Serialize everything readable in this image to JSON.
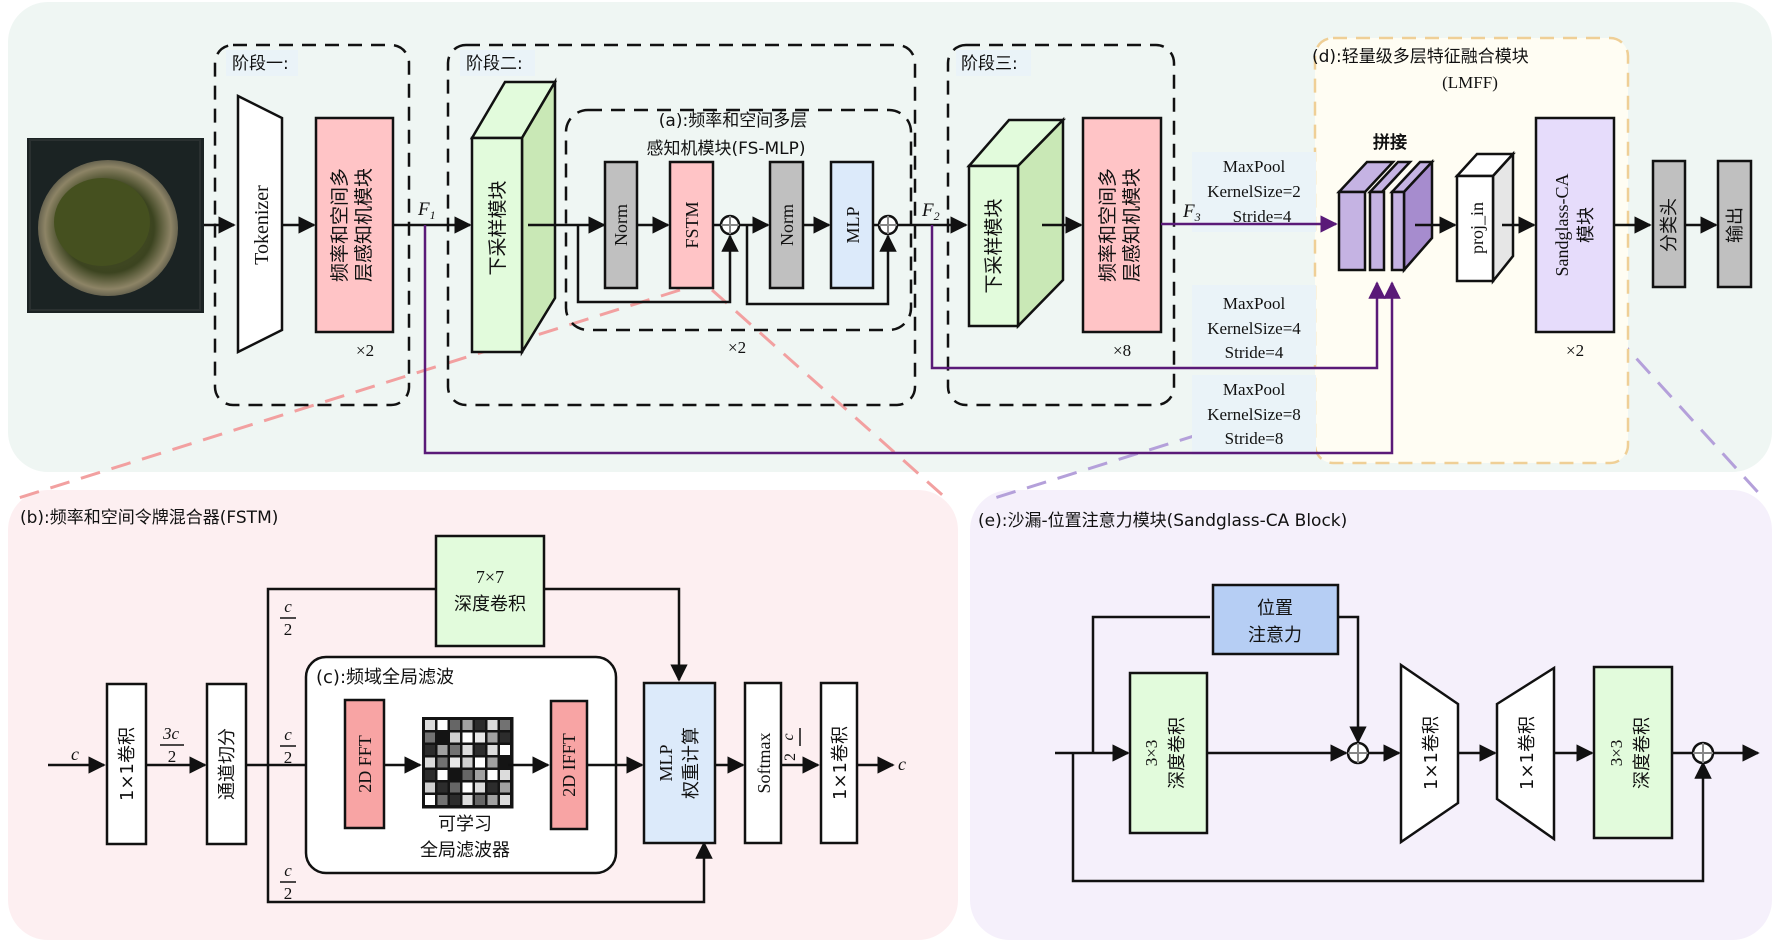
{
  "top": {
    "stage1": {
      "title": "阶段一:",
      "tokenizer": "Tokenizer",
      "block": [
        "频率和空间多",
        "层感知机模块"
      ],
      "repeat": "×2"
    },
    "f1": "F",
    "f1_sub": "1",
    "stage2": {
      "title": "阶段二:",
      "downsample": "下采样模块",
      "fsmlp_title": [
        "(a):频率和空间多层",
        "感知机模块(FS-MLP)"
      ],
      "norm1": "Norm",
      "fstm": "FSTM",
      "norm2": "Norm",
      "mlp": "MLP",
      "repeat": "×2"
    },
    "f2": "F",
    "f2_sub": "2",
    "stage3": {
      "title": "阶段三:",
      "downsample": "下采样模块",
      "block": [
        "频率和空间多",
        "层感知机模块"
      ],
      "repeat": "×8"
    },
    "f3": "F",
    "f3_sub": "3",
    "pools": [
      [
        "MaxPool",
        "KernelSize=2",
        "Stride=4"
      ],
      [
        "MaxPool",
        "KernelSize=4",
        "Stride=4"
      ],
      [
        "MaxPool",
        "KernelSize=8",
        "Stride=8"
      ]
    ],
    "lmff": {
      "title": "(d):轻量级多层特征融合模块",
      "subtitle": "(LMFF)",
      "concat": "拼接",
      "proj": "proj_in",
      "sandglass": [
        "Sandglass-CA",
        "模块"
      ],
      "repeat": "×2"
    },
    "head": "分类头",
    "output": "输出"
  },
  "fstm_panel": {
    "title": "(b):频率和空间令牌混合器(FSTM)",
    "input_label": "c",
    "conv1": "1×1卷积",
    "frac_3c": "3c",
    "frac_den": "2",
    "split": "通道切分",
    "frac_c": "c",
    "dwconv": [
      "7×7",
      "深度卷积"
    ],
    "global_title": "(c):频域全局滤波",
    "fft": "2D FFT",
    "ifft": "2D IFFT",
    "filter_label": [
      "可学习",
      "全局滤波器"
    ],
    "mlp_weight": [
      "MLP",
      "权重计算"
    ],
    "softmax": "Softmax",
    "conv2": "1×1卷积",
    "output_label": "c",
    "filter_grid": [
      [
        0.85,
        1.0,
        0.35,
        0.6,
        0.1,
        0.85,
        0.4
      ],
      [
        0.4,
        0.0,
        0.8,
        1.0,
        0.9,
        0.6,
        0.1
      ],
      [
        0.1,
        0.6,
        0.4,
        0.85,
        0.1,
        0.85,
        1.0
      ],
      [
        0.85,
        0.4,
        0.9,
        0.8,
        1.0,
        0.6,
        0.0
      ],
      [
        0.1,
        1.0,
        0.0,
        0.35,
        0.6,
        1.0,
        0.85
      ],
      [
        0.8,
        0.1,
        0.35,
        1.0,
        0.85,
        0.1,
        0.6
      ],
      [
        1.0,
        0.4,
        0.1,
        0.85,
        0.35,
        0.6,
        0.85
      ]
    ]
  },
  "sandglass_panel": {
    "title": "(e):沙漏-位置注意力模块(Sandglass-CA Block)",
    "pos_attn": [
      "位置",
      "注意力"
    ],
    "dw1": [
      "3×3",
      "深度卷积"
    ],
    "pw1": "1×1卷积",
    "pw2": "1×1卷积",
    "dw2": [
      "3×3",
      "深度卷积"
    ]
  },
  "colors": {
    "top_bg": "#eff6f3",
    "fstm_bg": "#fdeff1",
    "sg_bg": "#f5f0fb",
    "lmff_bg": "#fffdf3",
    "pink": "#ffc4c6",
    "green": "#e2fbdc",
    "green_side": "#c9e8b6",
    "gray": "#c0c0c0",
    "blue_light": "#dceafa",
    "blue_attn": "#b6cef4",
    "purple": "#c5b3e3",
    "purple_dark": "#a68cce",
    "lavender": "#e6dcfb",
    "red_fft": "#f8a4a4",
    "path": "#5a1a78"
  }
}
